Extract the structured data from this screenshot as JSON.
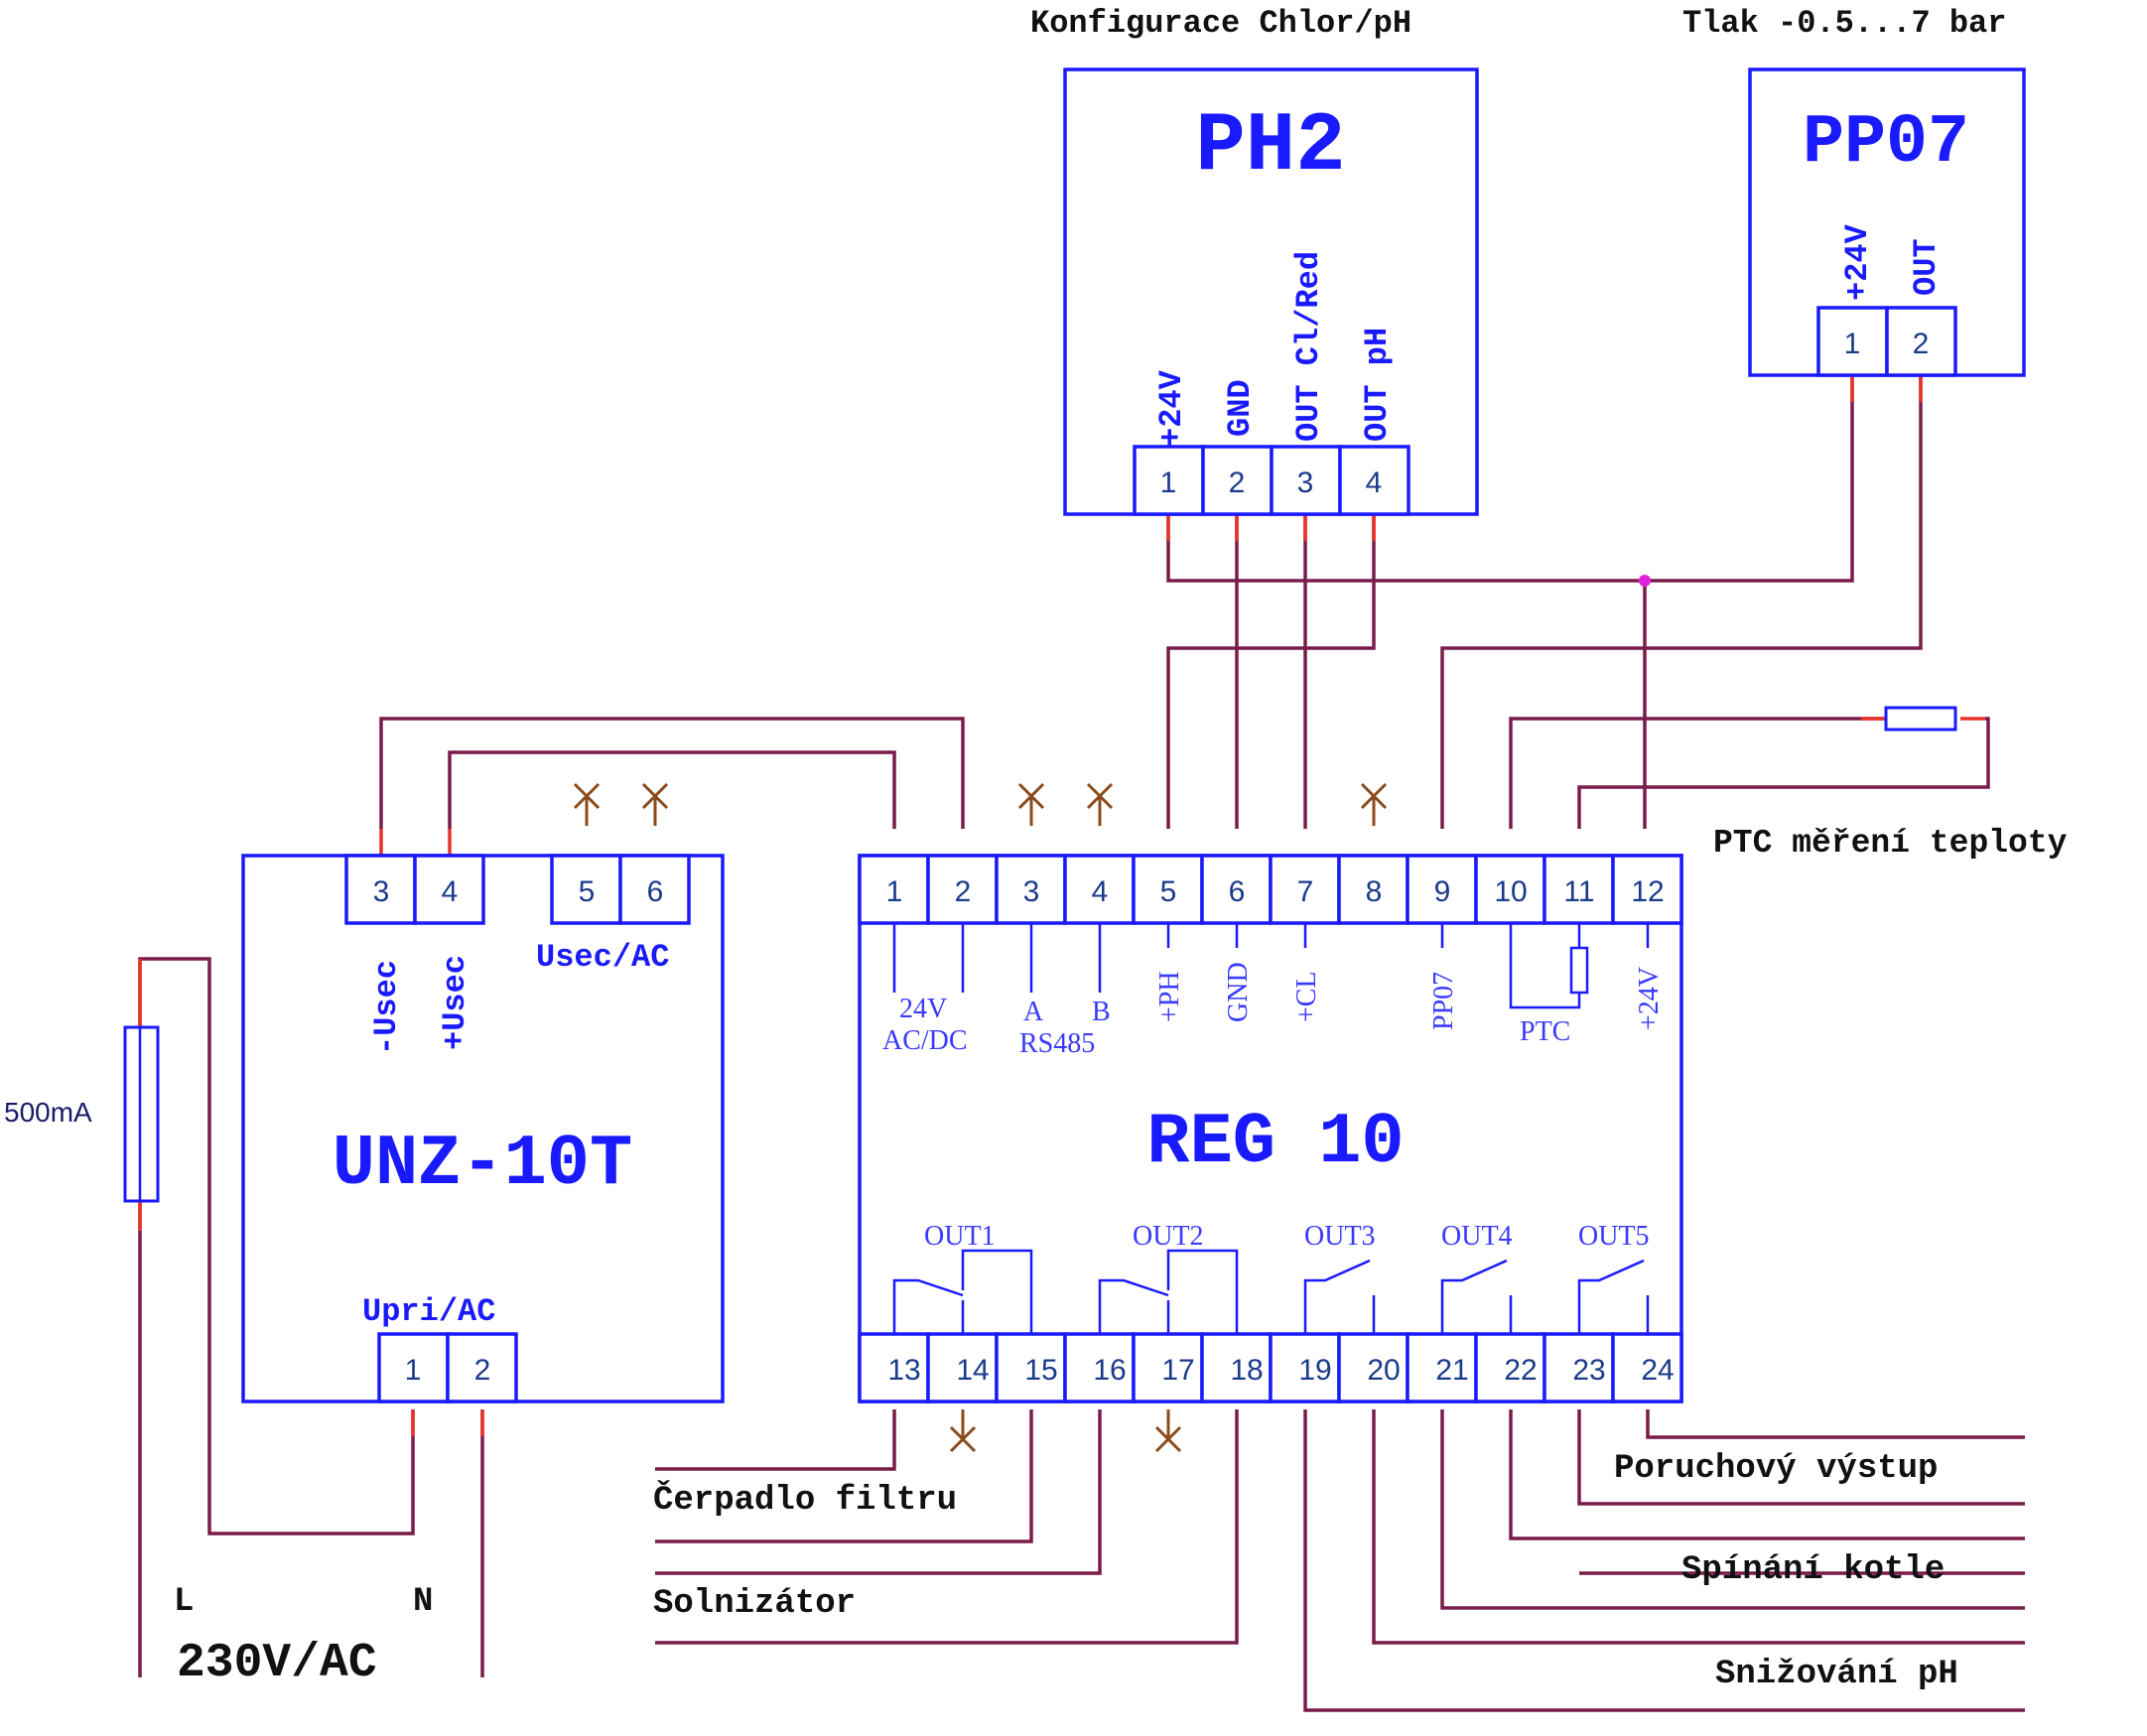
{
  "ph2": {
    "caption": "Konfigurace Chlor/pH",
    "title": "PH2",
    "pins": [
      "+24V",
      "GND",
      "OUT Cl/Red",
      "OUT pH"
    ],
    "terminals": [
      "1",
      "2",
      "3",
      "4"
    ]
  },
  "pp07": {
    "caption": "Tlak -0.5...7 bar",
    "title": "PP07",
    "pins": [
      "+24V",
      "OUT"
    ],
    "terminals": [
      "1",
      "2"
    ]
  },
  "unz": {
    "title": "UNZ-10T",
    "top_terminals": [
      "3",
      "4",
      "5",
      "6"
    ],
    "pin_minus": "-Usec",
    "pin_plus": "+Usec",
    "usec_ac": "Usec/AC",
    "upri_ac": "Upri/AC",
    "bottom_terminals": [
      "1",
      "2"
    ]
  },
  "reg": {
    "title": "REG 10",
    "top_terminals": [
      "1",
      "2",
      "3",
      "4",
      "5",
      "6",
      "7",
      "8",
      "9",
      "10",
      "11",
      "12"
    ],
    "bottom_terminals": [
      "13",
      "14",
      "15",
      "16",
      "17",
      "18",
      "19",
      "20",
      "21",
      "22",
      "23",
      "24"
    ],
    "power_1": "24V",
    "power_2": "AC/DC",
    "rs_a": "A",
    "rs_b": "B",
    "rs485": "RS485",
    "pin_ph": "+PH",
    "pin_gnd": "GND",
    "pin_cl": "+CL",
    "pin_pp07": "PP07",
    "pin_ptc": "PTC",
    "pin_24v": "+24V",
    "outputs": [
      "OUT1",
      "OUT2",
      "OUT3",
      "OUT4",
      "OUT5"
    ]
  },
  "labels": {
    "ptc": "PTC měření teploty",
    "fuse": "500mA",
    "l": "L",
    "n": "N",
    "mains": "230V/AC",
    "pump": "Čerpadlo filtru",
    "salt": "Solnizátor",
    "fault": "Poruchový výstup",
    "boiler": "Spínání kotle",
    "ph_down": "Snižování pH"
  },
  "colors": {
    "component": "#1a1aff",
    "wire": "#7a1c4a",
    "lead": "#e8332a",
    "unused": "#8b4a1a",
    "junction": "#e020e0"
  }
}
